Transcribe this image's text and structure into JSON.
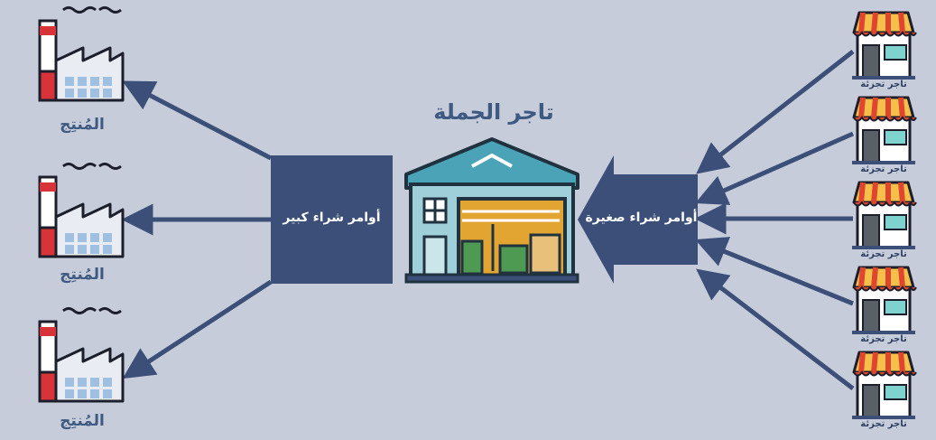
{
  "diagram": {
    "title": "تاجر الجملة",
    "large_orders_label": "أوامر شراء كبير",
    "small_orders_label": "أوامر شراء صغيرة",
    "producers": [
      {
        "label": "المُنتِج"
      },
      {
        "label": "المُنتِج"
      },
      {
        "label": "المُنتِج"
      }
    ],
    "retailers": [
      {
        "label": "تاجر تجزئة"
      },
      {
        "label": "تاجر تجزئة"
      },
      {
        "label": "تاجر تجزئة"
      },
      {
        "label": "تاجر تجزئة"
      },
      {
        "label": "تاجر تجزئة"
      }
    ],
    "colors": {
      "background": "#c6ccd9",
      "flow": "#3b4f78",
      "label": "#3e5a82",
      "factory_stack": "#d9333a",
      "awning_red": "#e0452f",
      "awning_yellow": "#f5c04a",
      "warehouse_roof": "#4aa3b7",
      "warehouse_goods": "#e3a531",
      "warehouse_boxes": "#4e9a52"
    },
    "icons": [
      "factory-icon",
      "warehouse-icon",
      "shop-icon"
    ]
  }
}
